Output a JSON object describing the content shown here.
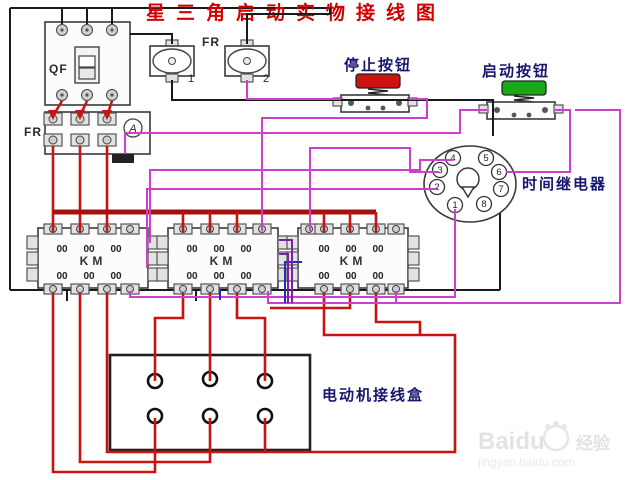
{
  "title": "星三角启动实物接线图",
  "components": {
    "breaker": {
      "label": "QF"
    },
    "fuse_group": {
      "label": "FR",
      "fuse1_label": "1",
      "fuse2_label": "2"
    },
    "thermal_relay": {
      "label": "FR",
      "dial_label": "A"
    },
    "stop_button": {
      "label": "停止按钮"
    },
    "start_button": {
      "label": "启动按钮"
    },
    "timer_relay": {
      "label": "时间继电器",
      "pins": [
        "1",
        "2",
        "3",
        "4",
        "5",
        "6",
        "7",
        "8"
      ]
    },
    "contactor1": {
      "label": "KM",
      "poles": "00"
    },
    "contactor2": {
      "label": "KM",
      "poles": "00"
    },
    "contactor3": {
      "label": "KM",
      "poles": "00"
    },
    "motor_box": {
      "label": "电动机接线盒"
    }
  },
  "watermark": {
    "brand": "Baidu",
    "badge": "经验",
    "url": "jingyan.baidu.com"
  },
  "colors": {
    "title": "#d40000",
    "power_wire": "#c81410",
    "control_wire": "#cf3fcf",
    "neutral_wire": "#1a1a1a",
    "blue_wire": "#2a2ac0",
    "purple_wire": "#7b21a8",
    "stop_cap": "#cc1111",
    "start_cap": "#18a818",
    "label_blue": "#16166e"
  }
}
